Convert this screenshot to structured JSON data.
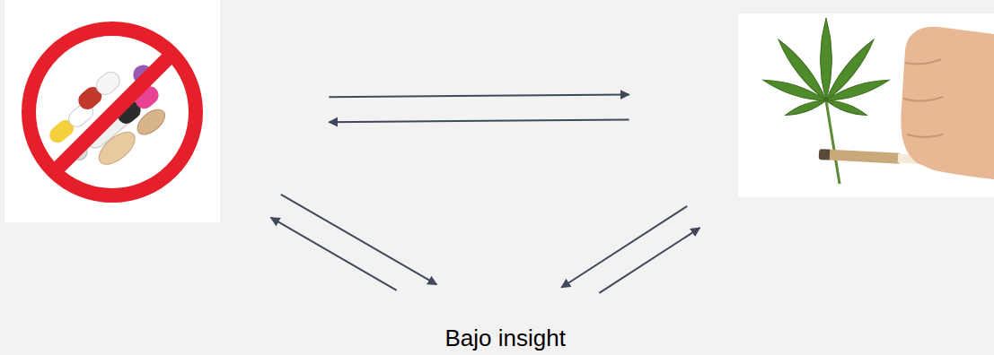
{
  "diagram": {
    "nodes": [
      {
        "text": []
      },
      {
        "text": []
      },
      {
        "text": [
          "Bajo insight"
        ]
      }
    ],
    "edges": [
      {
        "from": 0,
        "to": 1,
        "arrow": "to"
      },
      {
        "from": 1,
        "to": 0,
        "arrow": "to"
      },
      {
        "from": 0,
        "to": 2,
        "arrow": "to"
      },
      {
        "from": 2,
        "to": 0,
        "arrow": "to"
      },
      {
        "from": 1,
        "to": 2,
        "arrow": "to"
      },
      {
        "from": 2,
        "to": 1,
        "arrow": "to"
      }
    ]
  }
}
